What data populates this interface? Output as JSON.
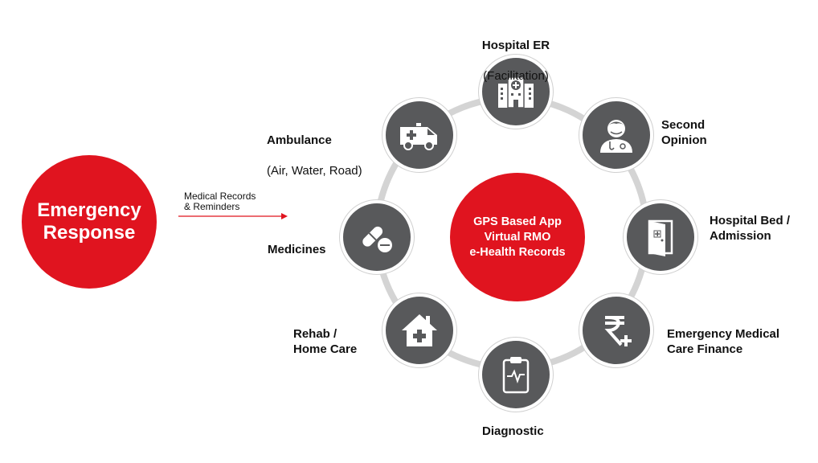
{
  "emergency": "Emergency\nResponse",
  "arrow_label": "Medical Records\n& Reminders",
  "center": "GPS Based App\nVirtual RMO\ne-Health Records",
  "nodes": {
    "hospital_er": {
      "title": "Hospital ER",
      "sub": "(Facilitation)",
      "icon": "hospital-icon"
    },
    "second_opinion": {
      "title": "Second\nOpinion",
      "icon": "doctor-icon"
    },
    "hospital_bed": {
      "title": "Hospital Bed /\nAdmission",
      "icon": "door-icon"
    },
    "finance": {
      "title": "Emergency Medical\nCare Finance",
      "icon": "rupee-plus-icon"
    },
    "diagnostic": {
      "title": "Diagnostic",
      "icon": "clipboard-ecg-icon"
    },
    "rehab": {
      "title": "Rehab /\nHome Care",
      "icon": "house-cross-icon"
    },
    "medicines": {
      "title": "Medicines",
      "icon": "pills-icon"
    },
    "ambulance": {
      "title": "Ambulance",
      "sub": "(Air, Water, Road)",
      "icon": "ambulance-icon"
    }
  },
  "colors": {
    "accent_red": "#e0141f",
    "node_gray": "#58595b",
    "ring_gray": "#d4d4d4"
  }
}
